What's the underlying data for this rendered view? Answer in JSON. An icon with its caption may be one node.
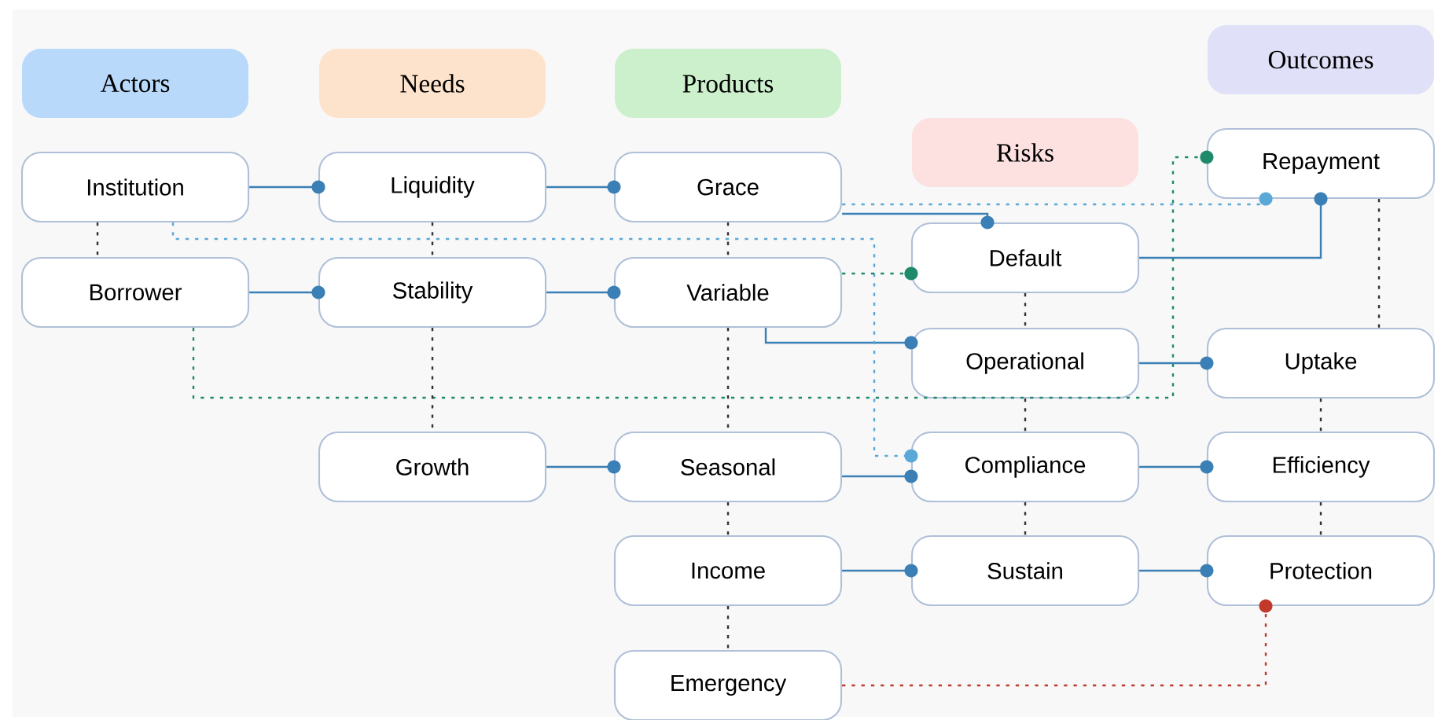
{
  "diagram": {
    "nodes": [
      {
        "text": [
          "Actors"
        ]
      },
      {
        "text": [
          "Needs"
        ]
      },
      {
        "text": [
          "Products"
        ]
      },
      {
        "text": [
          "Risks"
        ]
      },
      {
        "text": [
          "Outcomes"
        ]
      },
      {
        "text": [
          "Institution"
        ]
      },
      {
        "text": [
          "Borrower"
        ]
      },
      {
        "text": [
          "Liquidity"
        ]
      },
      {
        "text": [
          "Stability"
        ]
      },
      {
        "text": [
          "Growth"
        ]
      },
      {
        "text": [
          "Grace"
        ]
      },
      {
        "text": [
          "Variable"
        ]
      },
      {
        "text": [
          "Seasonal"
        ]
      },
      {
        "text": [
          "Income"
        ]
      },
      {
        "text": [
          "Emergency"
        ]
      },
      {
        "text": [
          "Default"
        ]
      },
      {
        "text": [
          "Operational"
        ]
      },
      {
        "text": [
          "Compliance"
        ]
      },
      {
        "text": [
          "Sustain"
        ]
      },
      {
        "text": [
          "Repayment"
        ]
      },
      {
        "text": [
          "Uptake"
        ]
      },
      {
        "text": [
          "Efficiency"
        ]
      },
      {
        "text": [
          "Protection"
        ]
      }
    ],
    "edges": [
      {
        "from": 5,
        "to": 7,
        "arrow": "other",
        "color": "#3a7fb5"
      },
      {
        "from": 7,
        "to": 10,
        "arrow": "other",
        "color": "#3a7fb5"
      },
      {
        "from": 6,
        "to": 8,
        "arrow": "other",
        "color": "#3a7fb5"
      },
      {
        "from": 8,
        "to": 11,
        "arrow": "other",
        "color": "#3a7fb5"
      },
      {
        "from": 9,
        "to": 12,
        "arrow": "other",
        "color": "#3a7fb5"
      },
      {
        "from": 10,
        "to": 15,
        "arrow": "other",
        "color": "#3a7fb5"
      },
      {
        "from": 11,
        "to": 16,
        "arrow": "other",
        "color": "#3a7fb5"
      },
      {
        "from": 15,
        "to": 19,
        "arrow": "other",
        "color": "#3a7fb5"
      },
      {
        "from": 16,
        "to": 20,
        "arrow": "other",
        "color": "#3a7fb5"
      },
      {
        "from": 12,
        "to": 17,
        "arrow": "other",
        "color": "#3a7fb5"
      },
      {
        "from": 17,
        "to": 21,
        "arrow": "other",
        "color": "#3a7fb5"
      },
      {
        "from": 13,
        "to": 18,
        "arrow": "other",
        "color": "#3a7fb5"
      },
      {
        "from": 18,
        "to": 22,
        "arrow": "other",
        "color": "#3a7fb5"
      },
      {
        "from": 10,
        "to": 19,
        "arrow": "other",
        "style": "dashed",
        "color": "#5aa8d8"
      },
      {
        "from": 5,
        "to": 17,
        "arrow": "other",
        "style": "dashed",
        "color": "#5aa8d8"
      },
      {
        "from": 11,
        "to": 15,
        "arrow": "other",
        "style": "dashed",
        "color": "#1f8a6a"
      },
      {
        "from": 6,
        "to": 19,
        "arrow": "other",
        "style": "dashed",
        "color": "#1f8a6a"
      },
      {
        "from": 14,
        "to": 22,
        "arrow": "other",
        "style": "dashed",
        "color": "#c0392b"
      },
      {
        "from": 5,
        "to": 6,
        "arrow": "none",
        "style": "dashed",
        "color": "#333333"
      },
      {
        "from": 7,
        "to": 8,
        "arrow": "none",
        "style": "dashed",
        "color": "#333333"
      },
      {
        "from": 8,
        "to": 9,
        "arrow": "none",
        "style": "dashed",
        "color": "#333333"
      },
      {
        "from": 10,
        "to": 11,
        "arrow": "none",
        "style": "dashed",
        "color": "#333333"
      },
      {
        "from": 11,
        "to": 12,
        "arrow": "none",
        "style": "dashed",
        "color": "#333333"
      },
      {
        "from": 12,
        "to": 13,
        "arrow": "none",
        "style": "dashed",
        "color": "#333333"
      },
      {
        "from": 13,
        "to": 14,
        "arrow": "none",
        "style": "dashed",
        "color": "#333333"
      },
      {
        "from": 15,
        "to": 16,
        "arrow": "none",
        "style": "dashed",
        "color": "#333333"
      },
      {
        "from": 16,
        "to": 17,
        "arrow": "none",
        "style": "dashed",
        "color": "#333333"
      },
      {
        "from": 17,
        "to": 18,
        "arrow": "none",
        "style": "dashed",
        "color": "#333333"
      },
      {
        "from": 19,
        "to": 20,
        "arrow": "none",
        "style": "dashed",
        "color": "#333333"
      },
      {
        "from": 20,
        "to": 21,
        "arrow": "none",
        "style": "dashed",
        "color": "#333333"
      },
      {
        "from": 21,
        "to": 22,
        "arrow": "none",
        "style": "dashed",
        "color": "#333333"
      }
    ]
  }
}
